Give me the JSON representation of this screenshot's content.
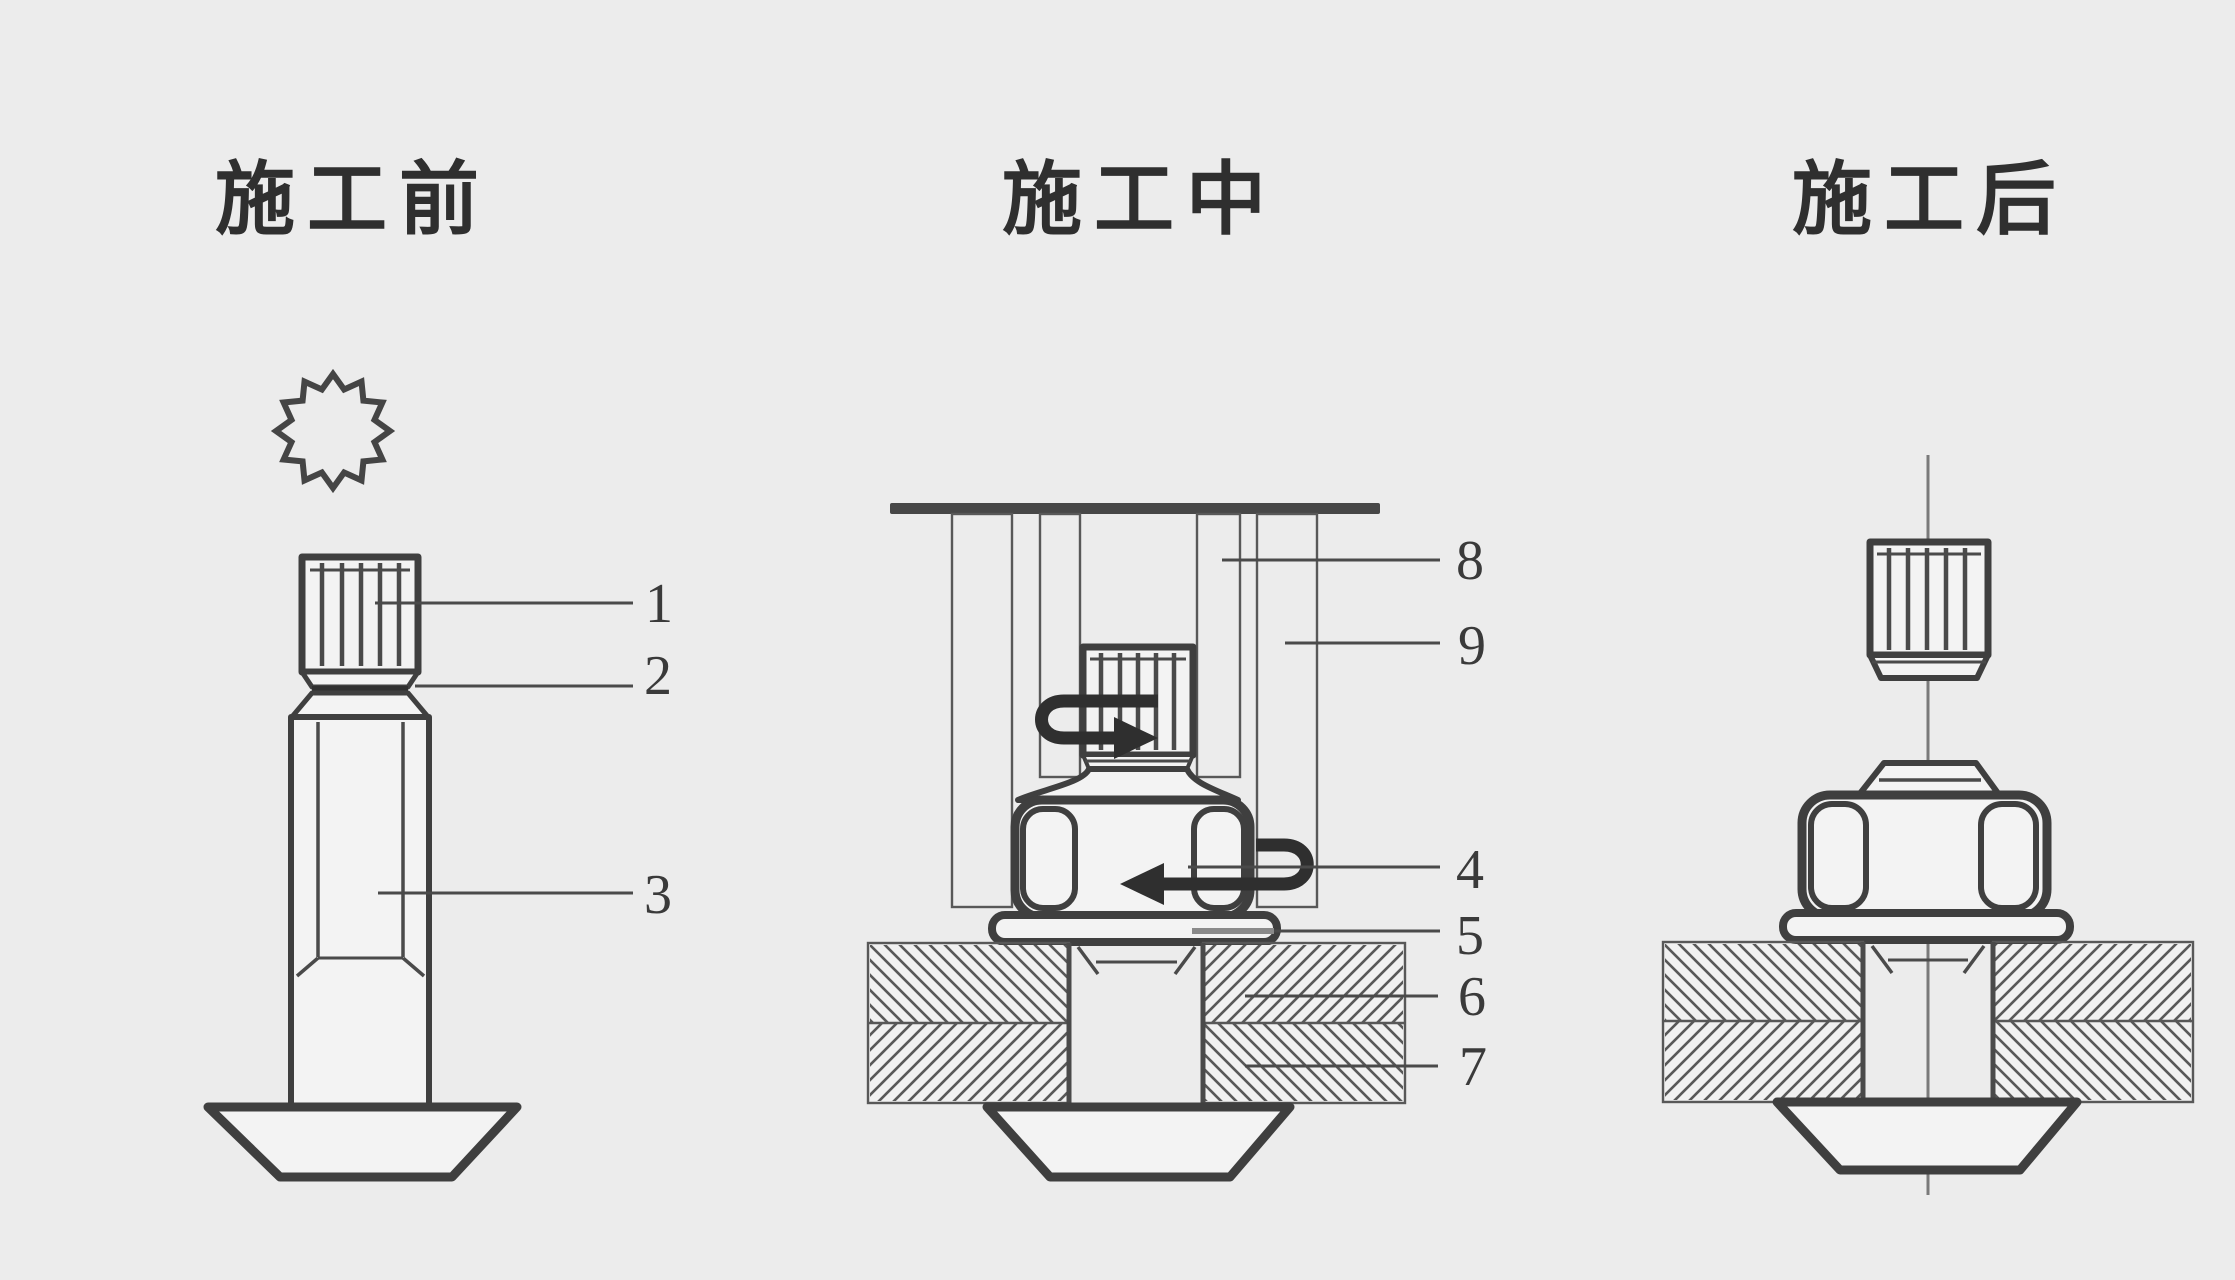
{
  "titles": {
    "before": "施工前",
    "during": "施工中",
    "after": "施工后"
  },
  "callouts": {
    "n1": "1",
    "n2": "2",
    "n3": "3",
    "n4": "4",
    "n5": "5",
    "n6": "6",
    "n7": "7",
    "n8": "8",
    "n9": "9"
  },
  "colors": {
    "background": "#ececec",
    "outline": "#3f3f3f",
    "hatch": "#585858",
    "leader_line": "#4a4a4a",
    "label_text": "#3a3a3a",
    "title_text": "#2f2f2f",
    "part_fill": "#f3f3f3",
    "break_groove": "#303030",
    "rotation_arrow": "#2f2f2f",
    "centerline": "#7a7a7a"
  }
}
